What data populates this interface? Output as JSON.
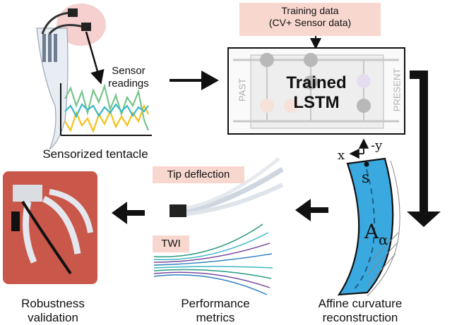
{
  "training_data": {
    "line1": "Training data",
    "line2": "(CV+ Sensor data)"
  },
  "sensor_readings": {
    "line1": "Sensor",
    "line2": "readings"
  },
  "sensorized_tentacle": "Sensorized tentacle",
  "lstm": {
    "line1": "Trained",
    "line2": "LSTM",
    "past": "PAST",
    "present": "PRESENT"
  },
  "tip_deflection": "Tip deflection",
  "twi": "TWI",
  "affine_symbols": {
    "x": "x",
    "neg_y": "-y",
    "s": "s",
    "a": "A",
    "alpha": "α"
  },
  "captions": {
    "robustness": {
      "line1": "Robustness",
      "line2": "validation"
    },
    "performance": {
      "line1": "Performance",
      "line2": "metrics"
    },
    "affine": {
      "line1": "Affine curvature",
      "line2": "reconstruction"
    }
  },
  "colors": {
    "pink_box": "#f8d7cf",
    "tentacle_blue": "#3aa9e0",
    "photo_red": "#c9574a",
    "signal_green": "#78c58a",
    "signal_yellow": "#f2c21a",
    "signal_teal": "#3bb7c7"
  }
}
